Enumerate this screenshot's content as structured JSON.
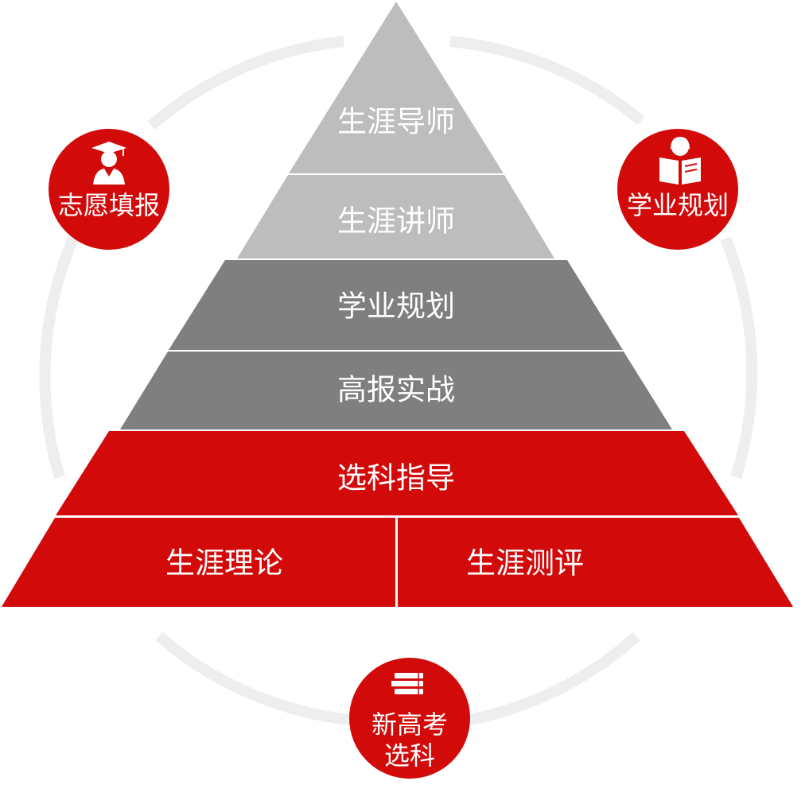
{
  "colors": {
    "tier_light_gray": "#bdbdbd",
    "tier_dark_gray": "#7f7f7f",
    "tier_red": "#d20a0a",
    "ring_gray": "#eeeeee",
    "badge_red": "#d20a0a",
    "text_white": "#ffffff"
  },
  "pyramid": {
    "tier_1": {
      "label": "生涯导师",
      "color": "#bdbdbd"
    },
    "tier_2": {
      "label": "生涯讲师",
      "color": "#bdbdbd"
    },
    "tier_3": {
      "label": "学业规划",
      "color": "#7f7f7f"
    },
    "tier_4": {
      "label": "高报实战",
      "color": "#7f7f7f"
    },
    "tier_5": {
      "label": "选科指导",
      "color": "#d20a0a"
    },
    "tier_6_left": {
      "label": "生涯理论",
      "color": "#d20a0a"
    },
    "tier_6_right": {
      "label": "生涯测评",
      "color": "#d20a0a"
    }
  },
  "badges": {
    "left": {
      "label": "志愿填报",
      "icon": "graduate-icon"
    },
    "right": {
      "label": "学业规划",
      "icon": "reader-book-icon"
    },
    "bottom": {
      "line1": "新高考",
      "line2": "选科",
      "icon": "book-stack-icon"
    }
  }
}
